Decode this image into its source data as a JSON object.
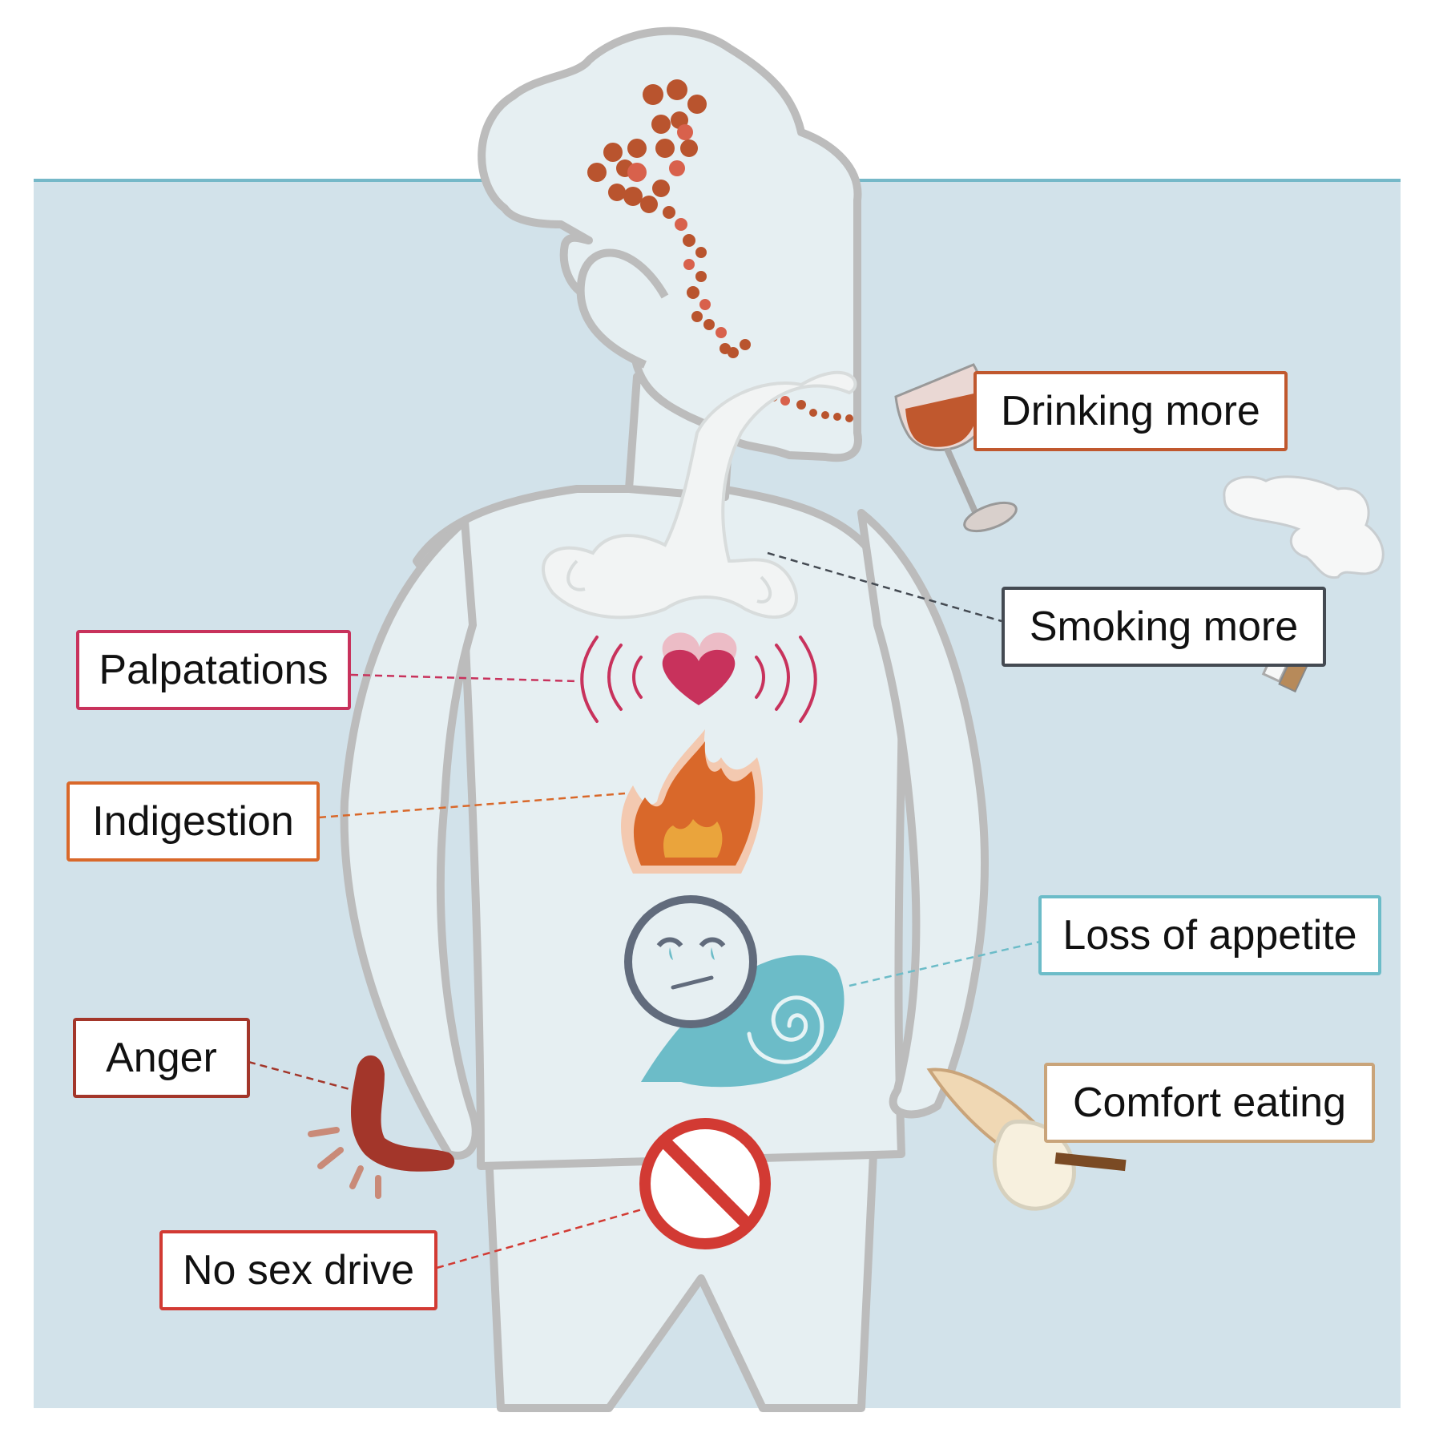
{
  "labels": {
    "drinking": "Drinking more",
    "smoking": "Smoking more",
    "palpitations": "Palpatations",
    "indigestion": "Indigestion",
    "appetite": "Loss of appetite",
    "anger": "Anger",
    "comfort": "Comfort eating",
    "sex": "No sex drive"
  },
  "colors": {
    "background_panel": "#d2e2ea",
    "panel_top_line": "#75b8c8",
    "body_fill": "#e6eff2",
    "body_outline": "#bcbcbc",
    "drinking": "#c0582e",
    "smoking": "#444a52",
    "palpitations": "#c8325c",
    "indigestion": "#d9682a",
    "appetite": "#6cbcc8",
    "anger": "#a3362a",
    "comfort": "#c9a47a",
    "sex": "#d23a33",
    "brain_dots": "#b9542e"
  },
  "icons": {
    "drinking": "wine-glass-icon",
    "smoking": "cigarette-icon",
    "palpitations": "heart-icon",
    "indigestion": "flame-icon",
    "appetite": "sad-snail-icon",
    "anger": "bent-arm-icon",
    "comfort": "ice-cream-cone-icon",
    "sex": "prohibition-icon"
  }
}
